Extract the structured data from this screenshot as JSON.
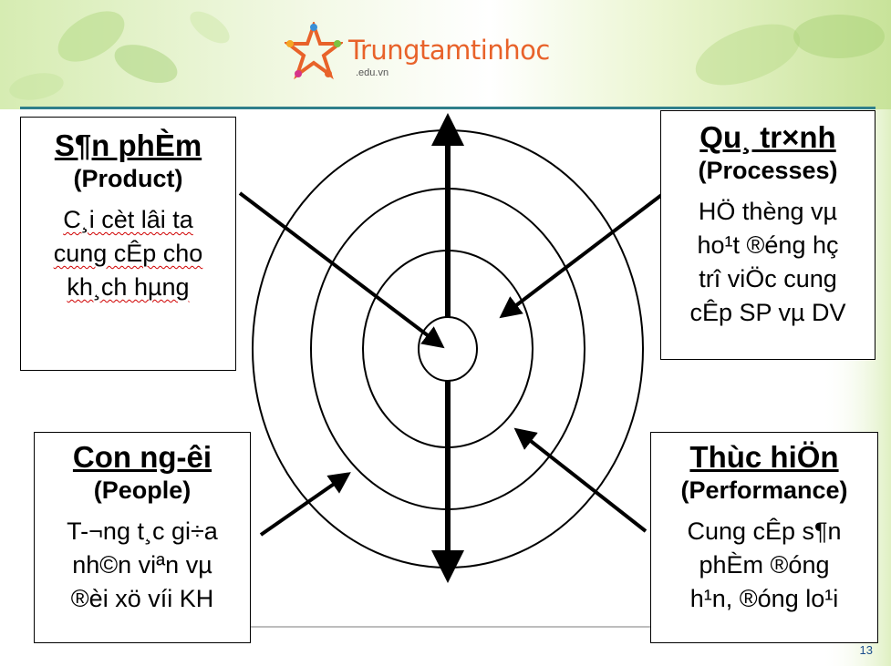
{
  "logo": {
    "name": "Trungtamtinhoc",
    "domain": ".edu.vn"
  },
  "page_number": "13",
  "boxes": {
    "product": {
      "title": "S¶n phÈm",
      "subtitle": "(Product)",
      "lines": [
        "C¸i cèt lâi ta",
        "cung cÊp cho",
        "kh¸ch hµng"
      ]
    },
    "processes": {
      "title": "Qu¸ tr×nh",
      "subtitle": "(Processes)",
      "lines": [
        "HÖ thèng vµ",
        "ho¹t ®éng hç",
        "trî viÖc cung",
        "cÊp SP vµ DV"
      ]
    },
    "people": {
      "title": "Con ng-êi",
      "subtitle": "(People)",
      "lines": [
        "T-¬ng t¸c gi÷a",
        "nh©n viªn vµ",
        "®èi xö víi KH"
      ]
    },
    "performance": {
      "title": "Thùc hiÖn",
      "subtitle": "(Performance)",
      "lines": [
        "Cung cÊp s¶n",
        "phÈm ®óng",
        "h¹n, ®óng lo¹i"
      ]
    }
  },
  "colors": {
    "logo_orange": "#e8622a",
    "divider_teal": "#2f7f8a",
    "page_num_blue": "#1a4d8c"
  }
}
